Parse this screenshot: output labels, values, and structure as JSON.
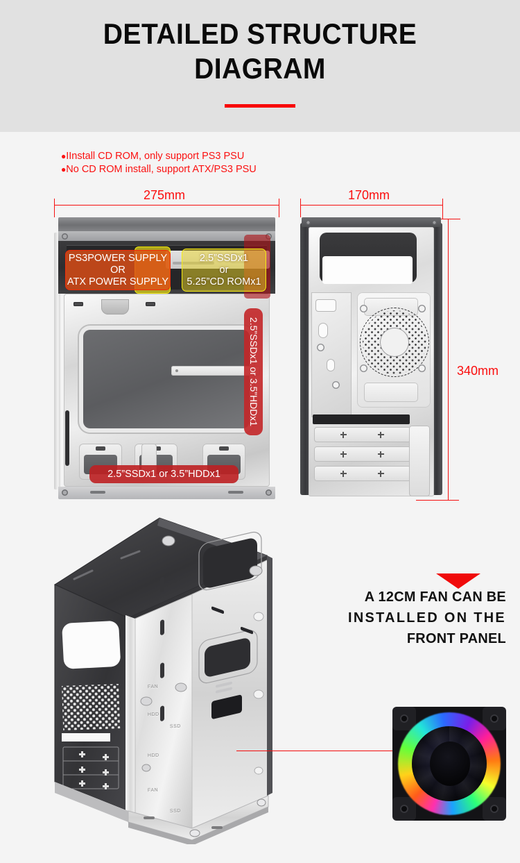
{
  "header": {
    "title_line1": "DETAILED STRUCTURE",
    "title_line2": "DIAGRAM",
    "accent_color": "#f80707",
    "background_color": "#e1e1e1"
  },
  "notes": {
    "bullet_glyph": "●",
    "line1": "IInstall CD ROM, only support PS3 PSU",
    "line2": "No CD ROM install, support ATX/PS3 PSU",
    "color": "#fb1111"
  },
  "dimensions": {
    "front_width": "275mm",
    "side_width": "170mm",
    "height": "340mm",
    "line_color": "#f51010"
  },
  "front_view": {
    "psu_label_line1": "PS3POWER SUPPLY",
    "psu_label_line2": "OR",
    "psu_label_line3": "ATX POWER SUPPLY",
    "odd_label_line1": "2.5”SSDx1",
    "odd_label_line2": "or",
    "odd_label_line3": "5.25”CD ROMx1",
    "side_bay_label": "2.5”SSDx1 or 3.5”HDDx1",
    "bottom_bay_label": "2.5”SSDx1 or 3.5”HDDx1",
    "psu_box_border": "#f02b08",
    "psu_box_fill": "rgba(222,78,22,0.82)",
    "odd_box_border": "#f6ec12",
    "bay_box_fill": "rgba(190,32,34,0.90)"
  },
  "chassis_embossed_labels": [
    "FAN",
    "HDD",
    "SSD",
    "HDD",
    "FAN",
    "SSD"
  ],
  "fan_callout": {
    "line1": "A 12CM FAN CAN BE",
    "line2": "INSTALLED  ON  THE",
    "line3": "FRONT PANEL",
    "arrow_color": "#f00a0a",
    "lead_line_color": "#f30c0c"
  }
}
